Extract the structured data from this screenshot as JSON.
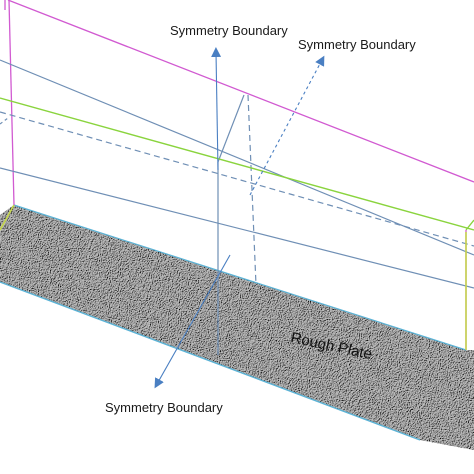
{
  "labels": {
    "symmetry_top_left": "Symmetry Boundary",
    "symmetry_top_right": "Symmetry Boundary",
    "symmetry_bottom": "Symmetry Boundary",
    "rough_plate": "Rough Plate"
  },
  "colors": {
    "outer_box_edge": "#d15ad1",
    "inner_box_edge": "#6f8fb5",
    "green_edge": "#8ad43e",
    "yellow_edge": "#c5d64a",
    "cyan_edge": "#5bb3d6",
    "arrow": "#4a7fc2",
    "plate_fill": "#a9a9a9"
  }
}
